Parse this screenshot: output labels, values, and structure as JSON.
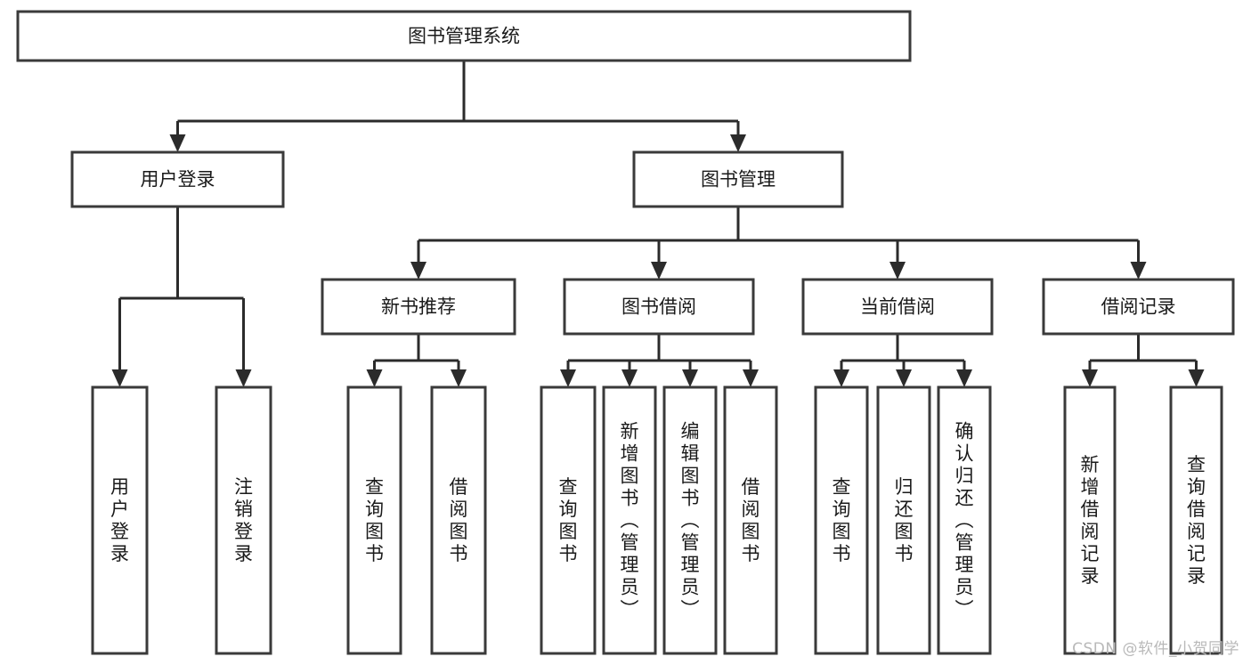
{
  "diagram": {
    "type": "tree-hierarchy",
    "title": "图书管理系统",
    "watermark": "CSDN @软件_小贺同学",
    "colors": {
      "background": "#ffffff",
      "box_stroke": "#3a3a3a",
      "connector": "#2b2b2b",
      "text": "#1a1a1a",
      "watermark": "#b9b9b9"
    },
    "nodes": {
      "root": {
        "label": "图书管理系统",
        "orientation": "horizontal"
      },
      "level1": [
        {
          "id": "user-login",
          "label": "用户登录",
          "orientation": "horizontal"
        },
        {
          "id": "book-management",
          "label": "图书管理",
          "orientation": "horizontal"
        }
      ],
      "level2": [
        {
          "id": "new-book-recommend",
          "label": "新书推荐",
          "orientation": "horizontal",
          "parent": "book-management"
        },
        {
          "id": "book-borrow",
          "label": "图书借阅",
          "orientation": "horizontal",
          "parent": "book-management"
        },
        {
          "id": "current-borrow",
          "label": "当前借阅",
          "orientation": "horizontal",
          "parent": "book-management"
        },
        {
          "id": "borrow-record",
          "label": "借阅记录",
          "orientation": "horizontal",
          "parent": "book-management"
        }
      ],
      "leaves": [
        {
          "id": "leaf-user-login",
          "label": "用户登录",
          "orientation": "vertical",
          "parent": "user-login"
        },
        {
          "id": "leaf-logout",
          "label": "注销登录",
          "orientation": "vertical",
          "parent": "user-login"
        },
        {
          "id": "leaf-query-book-1",
          "label": "查询图书",
          "orientation": "vertical",
          "parent": "new-book-recommend"
        },
        {
          "id": "leaf-borrow-book-1",
          "label": "借阅图书",
          "orientation": "vertical",
          "parent": "new-book-recommend"
        },
        {
          "id": "leaf-query-book-2",
          "label": "查询图书",
          "orientation": "vertical",
          "parent": "book-borrow"
        },
        {
          "id": "leaf-add-book",
          "label": "新增图书（管理员）",
          "orientation": "vertical",
          "parent": "book-borrow"
        },
        {
          "id": "leaf-edit-book",
          "label": "编辑图书（管理员）",
          "orientation": "vertical",
          "parent": "book-borrow"
        },
        {
          "id": "leaf-borrow-book-2",
          "label": "借阅图书",
          "orientation": "vertical",
          "parent": "book-borrow"
        },
        {
          "id": "leaf-query-book-3",
          "label": "查询图书",
          "orientation": "vertical",
          "parent": "current-borrow"
        },
        {
          "id": "leaf-return-book",
          "label": "归还图书",
          "orientation": "vertical",
          "parent": "current-borrow"
        },
        {
          "id": "leaf-confirm-return",
          "label": "确认归还（管理员）",
          "orientation": "vertical",
          "parent": "current-borrow"
        },
        {
          "id": "leaf-add-record",
          "label": "新增借阅记录",
          "orientation": "vertical",
          "parent": "borrow-record"
        },
        {
          "id": "leaf-query-record",
          "label": "查询借阅记录",
          "orientation": "vertical",
          "parent": "borrow-record"
        }
      ]
    }
  }
}
